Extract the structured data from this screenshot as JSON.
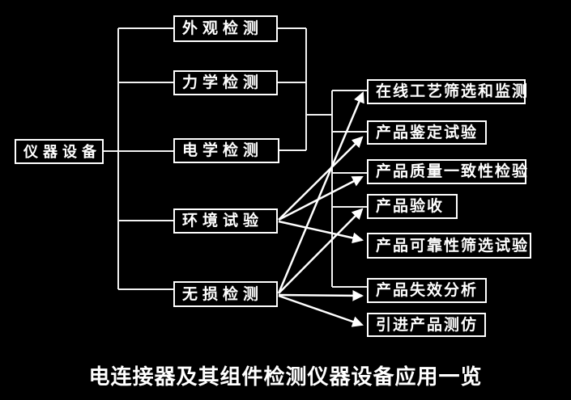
{
  "title": "电连接器及其组件检测仪器设备应用一览",
  "nodes": {
    "root": "仪器设备",
    "categories": [
      "外观检测",
      "力学检测",
      "电学检测",
      "环境试验",
      "无损检测"
    ],
    "applications": [
      "在线工艺筛选和监测",
      "产品鉴定试验",
      "产品质量一致性检验",
      "产品验收",
      "产品可靠性筛选试验",
      "产品失效分析",
      "引进产品测仿"
    ]
  },
  "connections": {
    "root_to": [
      "外观检测",
      "力学检测",
      "电学检测",
      "环境试验",
      "无损检测"
    ],
    "bus_plain_from": [
      "外观检测",
      "力学检测",
      "电学检测"
    ],
    "bus_plain_to": [
      "在线工艺筛选和监测",
      "产品鉴定试验",
      "产品质量一致性检验",
      "产品验收",
      "产品失效分析"
    ],
    "arrows_from_环境试验": [
      "产品鉴定试验",
      "产品质量一致性检验",
      "产品可靠性筛选试验"
    ],
    "arrows_from_无损检测": [
      "在线工艺筛选和监测",
      "产品验收",
      "产品失效分析",
      "引进产品测仿"
    ]
  },
  "colors": {
    "background": "#000000",
    "line": "#ffffff",
    "text": "#ffffff"
  }
}
